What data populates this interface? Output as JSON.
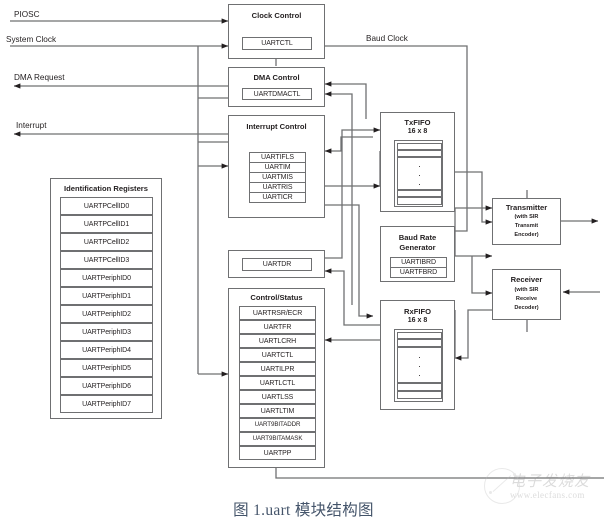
{
  "figure": {
    "caption": "图 1.uart 模块结构图",
    "watermark_cn": "电子发烧友",
    "watermark_url": "www.elecfans.com"
  },
  "signals": {
    "piosc": "PIOSC",
    "system_clock": "System Clock",
    "dma_request": "DMA Request",
    "interrupt": "Interrupt",
    "baud_clock": "Baud Clock"
  },
  "blocks": {
    "clock_control": {
      "title": "Clock Control",
      "registers": [
        "UARTCTL"
      ]
    },
    "dma_control": {
      "title": "DMA Control",
      "registers": [
        "UARTDMACTL"
      ]
    },
    "interrupt_control": {
      "title": "Interrupt Control",
      "registers": [
        "UARTIFLS",
        "UARTIM",
        "UARTMIS",
        "UARTRIS",
        "UARTICR"
      ]
    },
    "identification_registers": {
      "title": "Identification Registers",
      "registers": [
        "UARTPCellID0",
        "UARTPCellID1",
        "UARTPCellID2",
        "UARTPCellID3",
        "UARTPeriphID0",
        "UARTPeriphID1",
        "UARTPeriphID2",
        "UARTPeriphID3",
        "UARTPeriphID4",
        "UARTPeriphID5",
        "UARTPeriphID6",
        "UARTPeriphID7"
      ]
    },
    "data_register": {
      "registers": [
        "UARTDR"
      ]
    },
    "control_status": {
      "title": "Control/Status",
      "registers": [
        "UARTRSR/ECR",
        "UARTFR",
        "UARTLCRH",
        "UARTCTL",
        "UARTILPR",
        "UARTLCTL",
        "UARTLSS",
        "UARTLTIM",
        "UART9BITADDR",
        "UART9BITAMASK",
        "UARTPP"
      ]
    },
    "tx_fifo": {
      "title": "TxFIFO",
      "subtitle": "16 x 8"
    },
    "rx_fifo": {
      "title": "RxFIFO",
      "subtitle": "16 x 8"
    },
    "baud_rate_generator": {
      "title_line1": "Baud Rate",
      "title_line2": "Generator",
      "registers": [
        "UARTIBRD",
        "UARTFBRD"
      ]
    },
    "transmitter": {
      "title": "Transmitter",
      "sub1": "(with SIR",
      "sub2": "Transmit",
      "sub3": "Encoder)"
    },
    "receiver": {
      "title": "Receiver",
      "sub1": "(with SIR",
      "sub2": "Receive",
      "sub3": "Decoder)"
    }
  },
  "colors": {
    "line": "#6f7072",
    "text": "#231f20",
    "caption": "#44546a"
  }
}
